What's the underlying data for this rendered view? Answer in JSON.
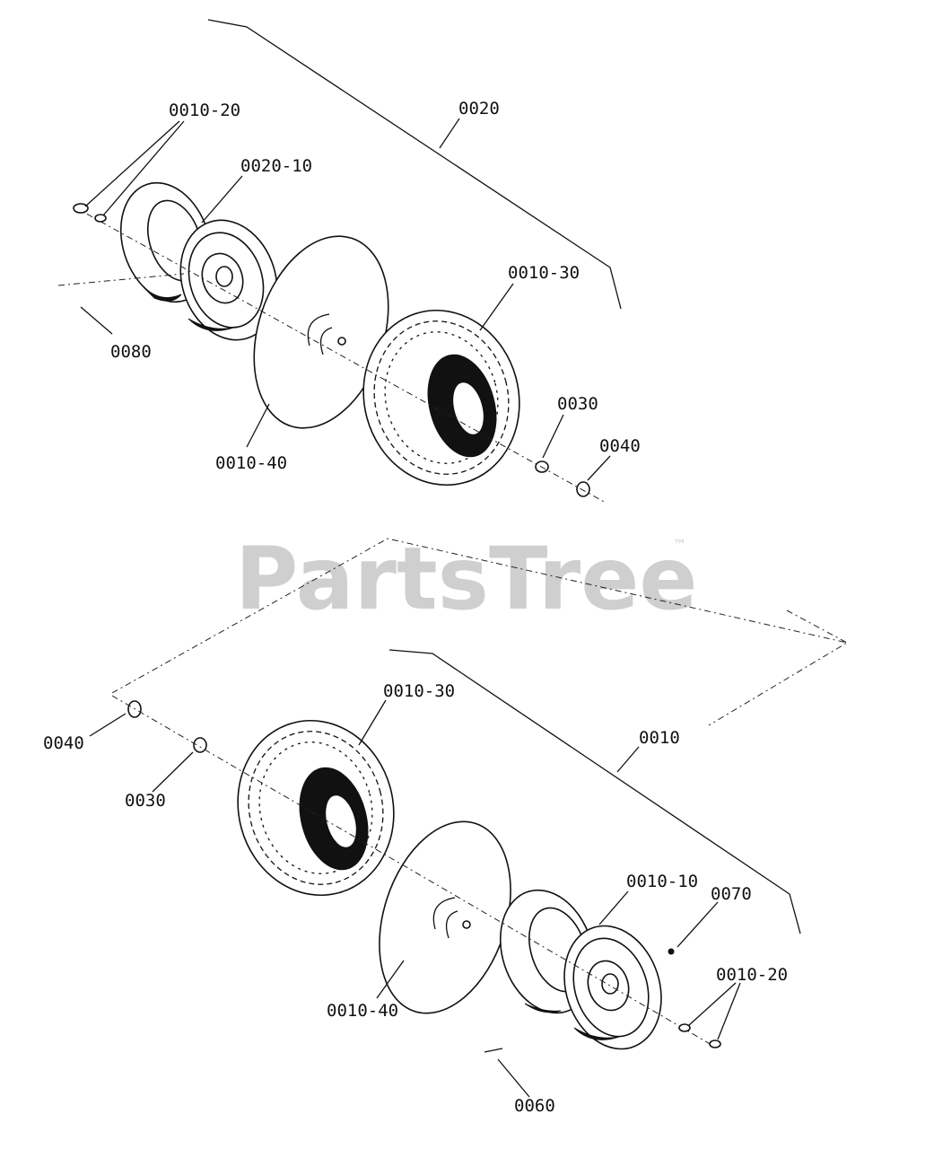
{
  "watermark": {
    "brand": "PartsTree",
    "trademark": "™"
  },
  "callouts": {
    "top_0010_20": "0010-20",
    "top_0020_10": "0020-10",
    "top_0020": "0020",
    "top_0010_30": "0010-30",
    "top_0080": "0080",
    "top_0010_40": "0010-40",
    "top_0030": "0030",
    "top_0040": "0040",
    "bot_0010_30": "0010-30",
    "bot_0040": "0040",
    "bot_0030": "0030",
    "bot_0010": "0010",
    "bot_0010_10": "0010-10",
    "bot_0070": "0070",
    "bot_0010_40": "0010-40",
    "bot_0010_20": "0010-20",
    "bot_0060": "0060"
  }
}
